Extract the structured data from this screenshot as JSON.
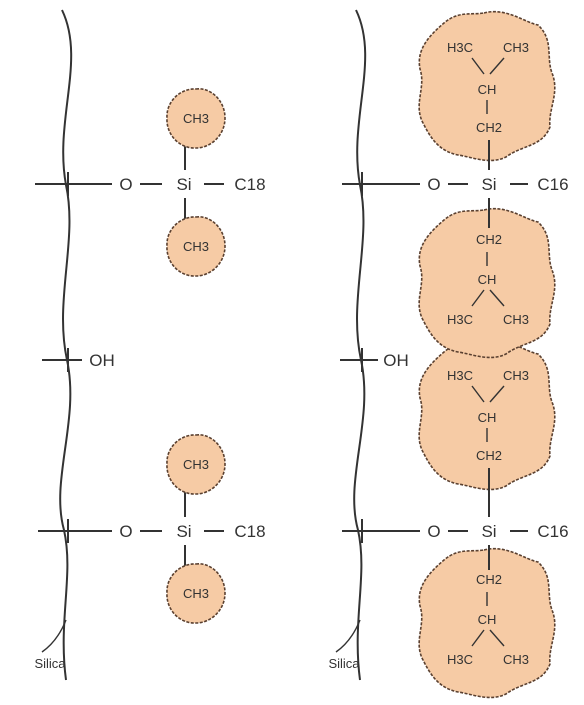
{
  "colors": {
    "blob_fill": "#f6cba5",
    "blob_edge": "#5a4030",
    "line": "#333333",
    "background": "#ffffff"
  },
  "left_panel": {
    "surface_label": "Silica",
    "silanol": "OH",
    "linkage_top": {
      "o": "O",
      "si": "Si",
      "chain": "C18",
      "methyl_top": "CH3",
      "methyl_bottom": "CH3"
    },
    "linkage_bottom": {
      "o": "O",
      "si": "Si",
      "chain": "C18",
      "methyl_top": "CH3",
      "methyl_bottom": "CH3"
    }
  },
  "right_panel": {
    "surface_label": "Silica",
    "silanol": "OH",
    "linkage_top": {
      "o": "O",
      "si": "Si",
      "chain": "C16"
    },
    "linkage_bottom": {
      "o": "O",
      "si": "Si",
      "chain": "C16"
    },
    "isobutyl": {
      "methyl": "CH3",
      "methyl_left": "H3C",
      "methine": "CH",
      "methylene": "CH2"
    }
  }
}
